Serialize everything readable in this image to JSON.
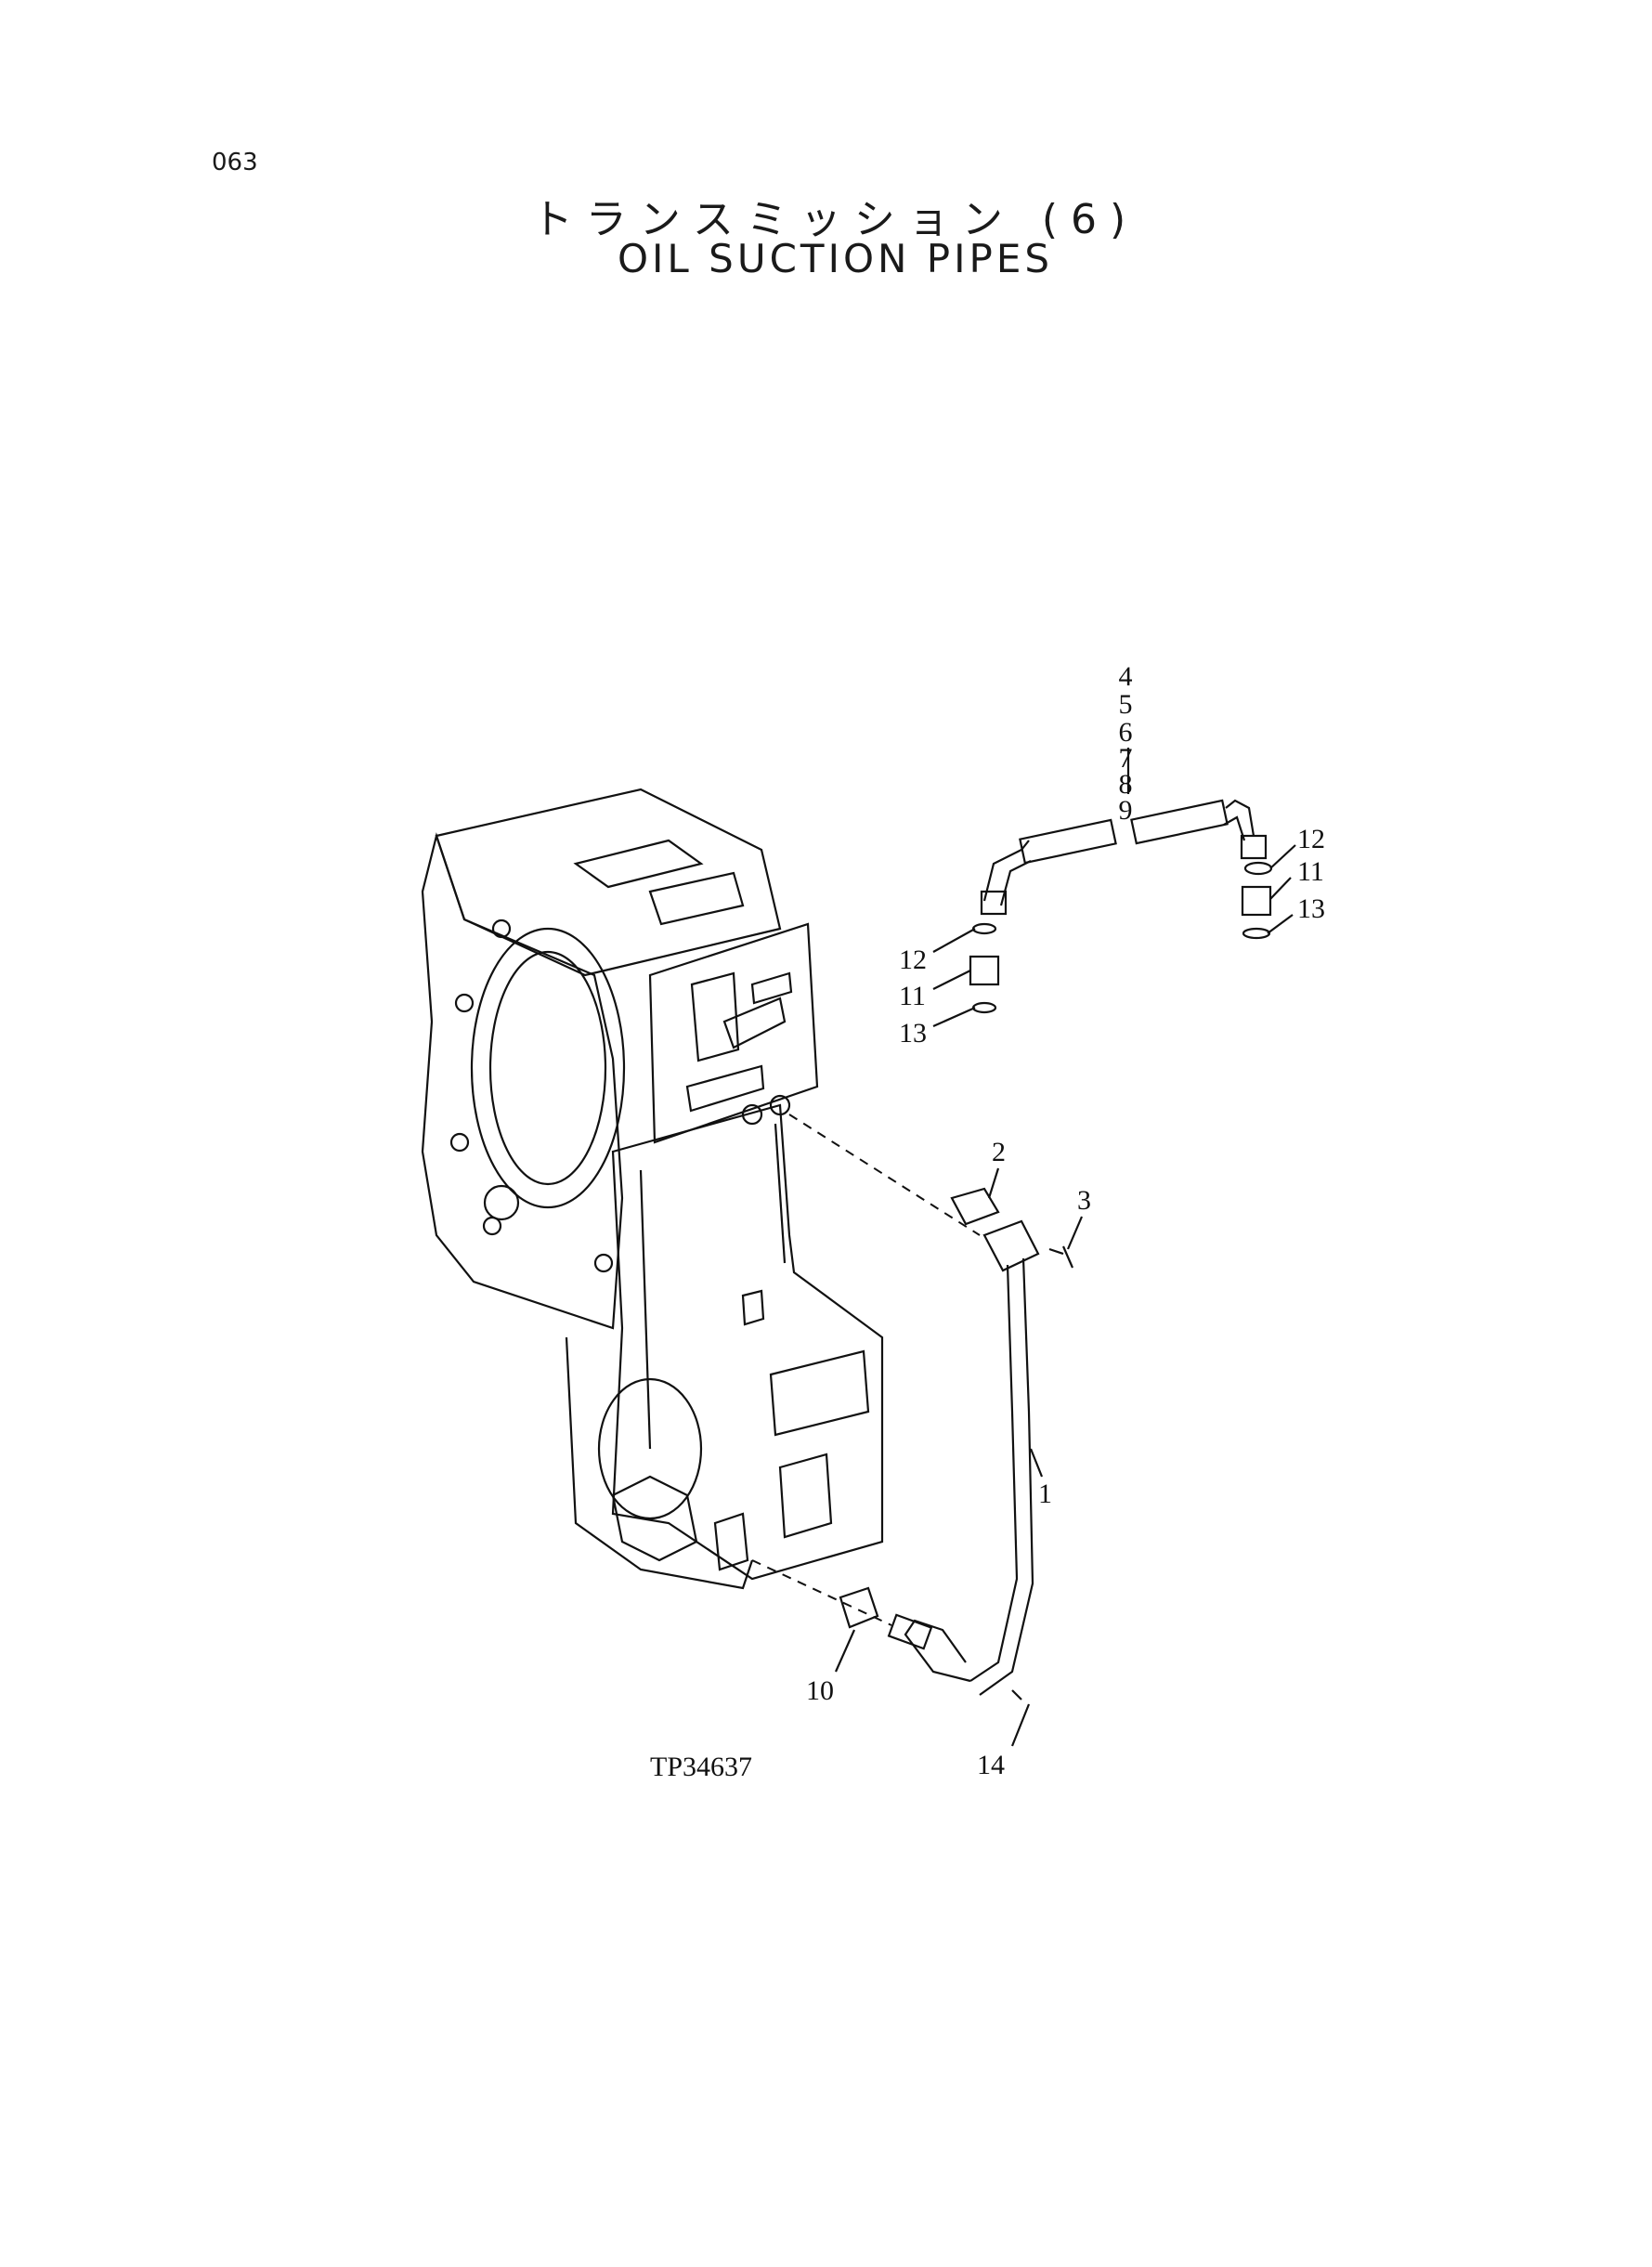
{
  "page": {
    "number": "063",
    "title_jp": "トランスミッション (6)",
    "title_en": "OIL SUCTION PIPES"
  },
  "diagram": {
    "reference": "TP34637",
    "callouts": {
      "c1": "1",
      "c2": "2",
      "c3": "3",
      "c4": "4",
      "c5": "5",
      "c6": "6",
      "c7": "7",
      "c8": "8",
      "c9": "9",
      "c10": "10",
      "c11a": "11",
      "c11b": "11",
      "c12a": "12",
      "c12b": "12",
      "c13a": "13",
      "c13b": "13",
      "c14": "14"
    }
  }
}
